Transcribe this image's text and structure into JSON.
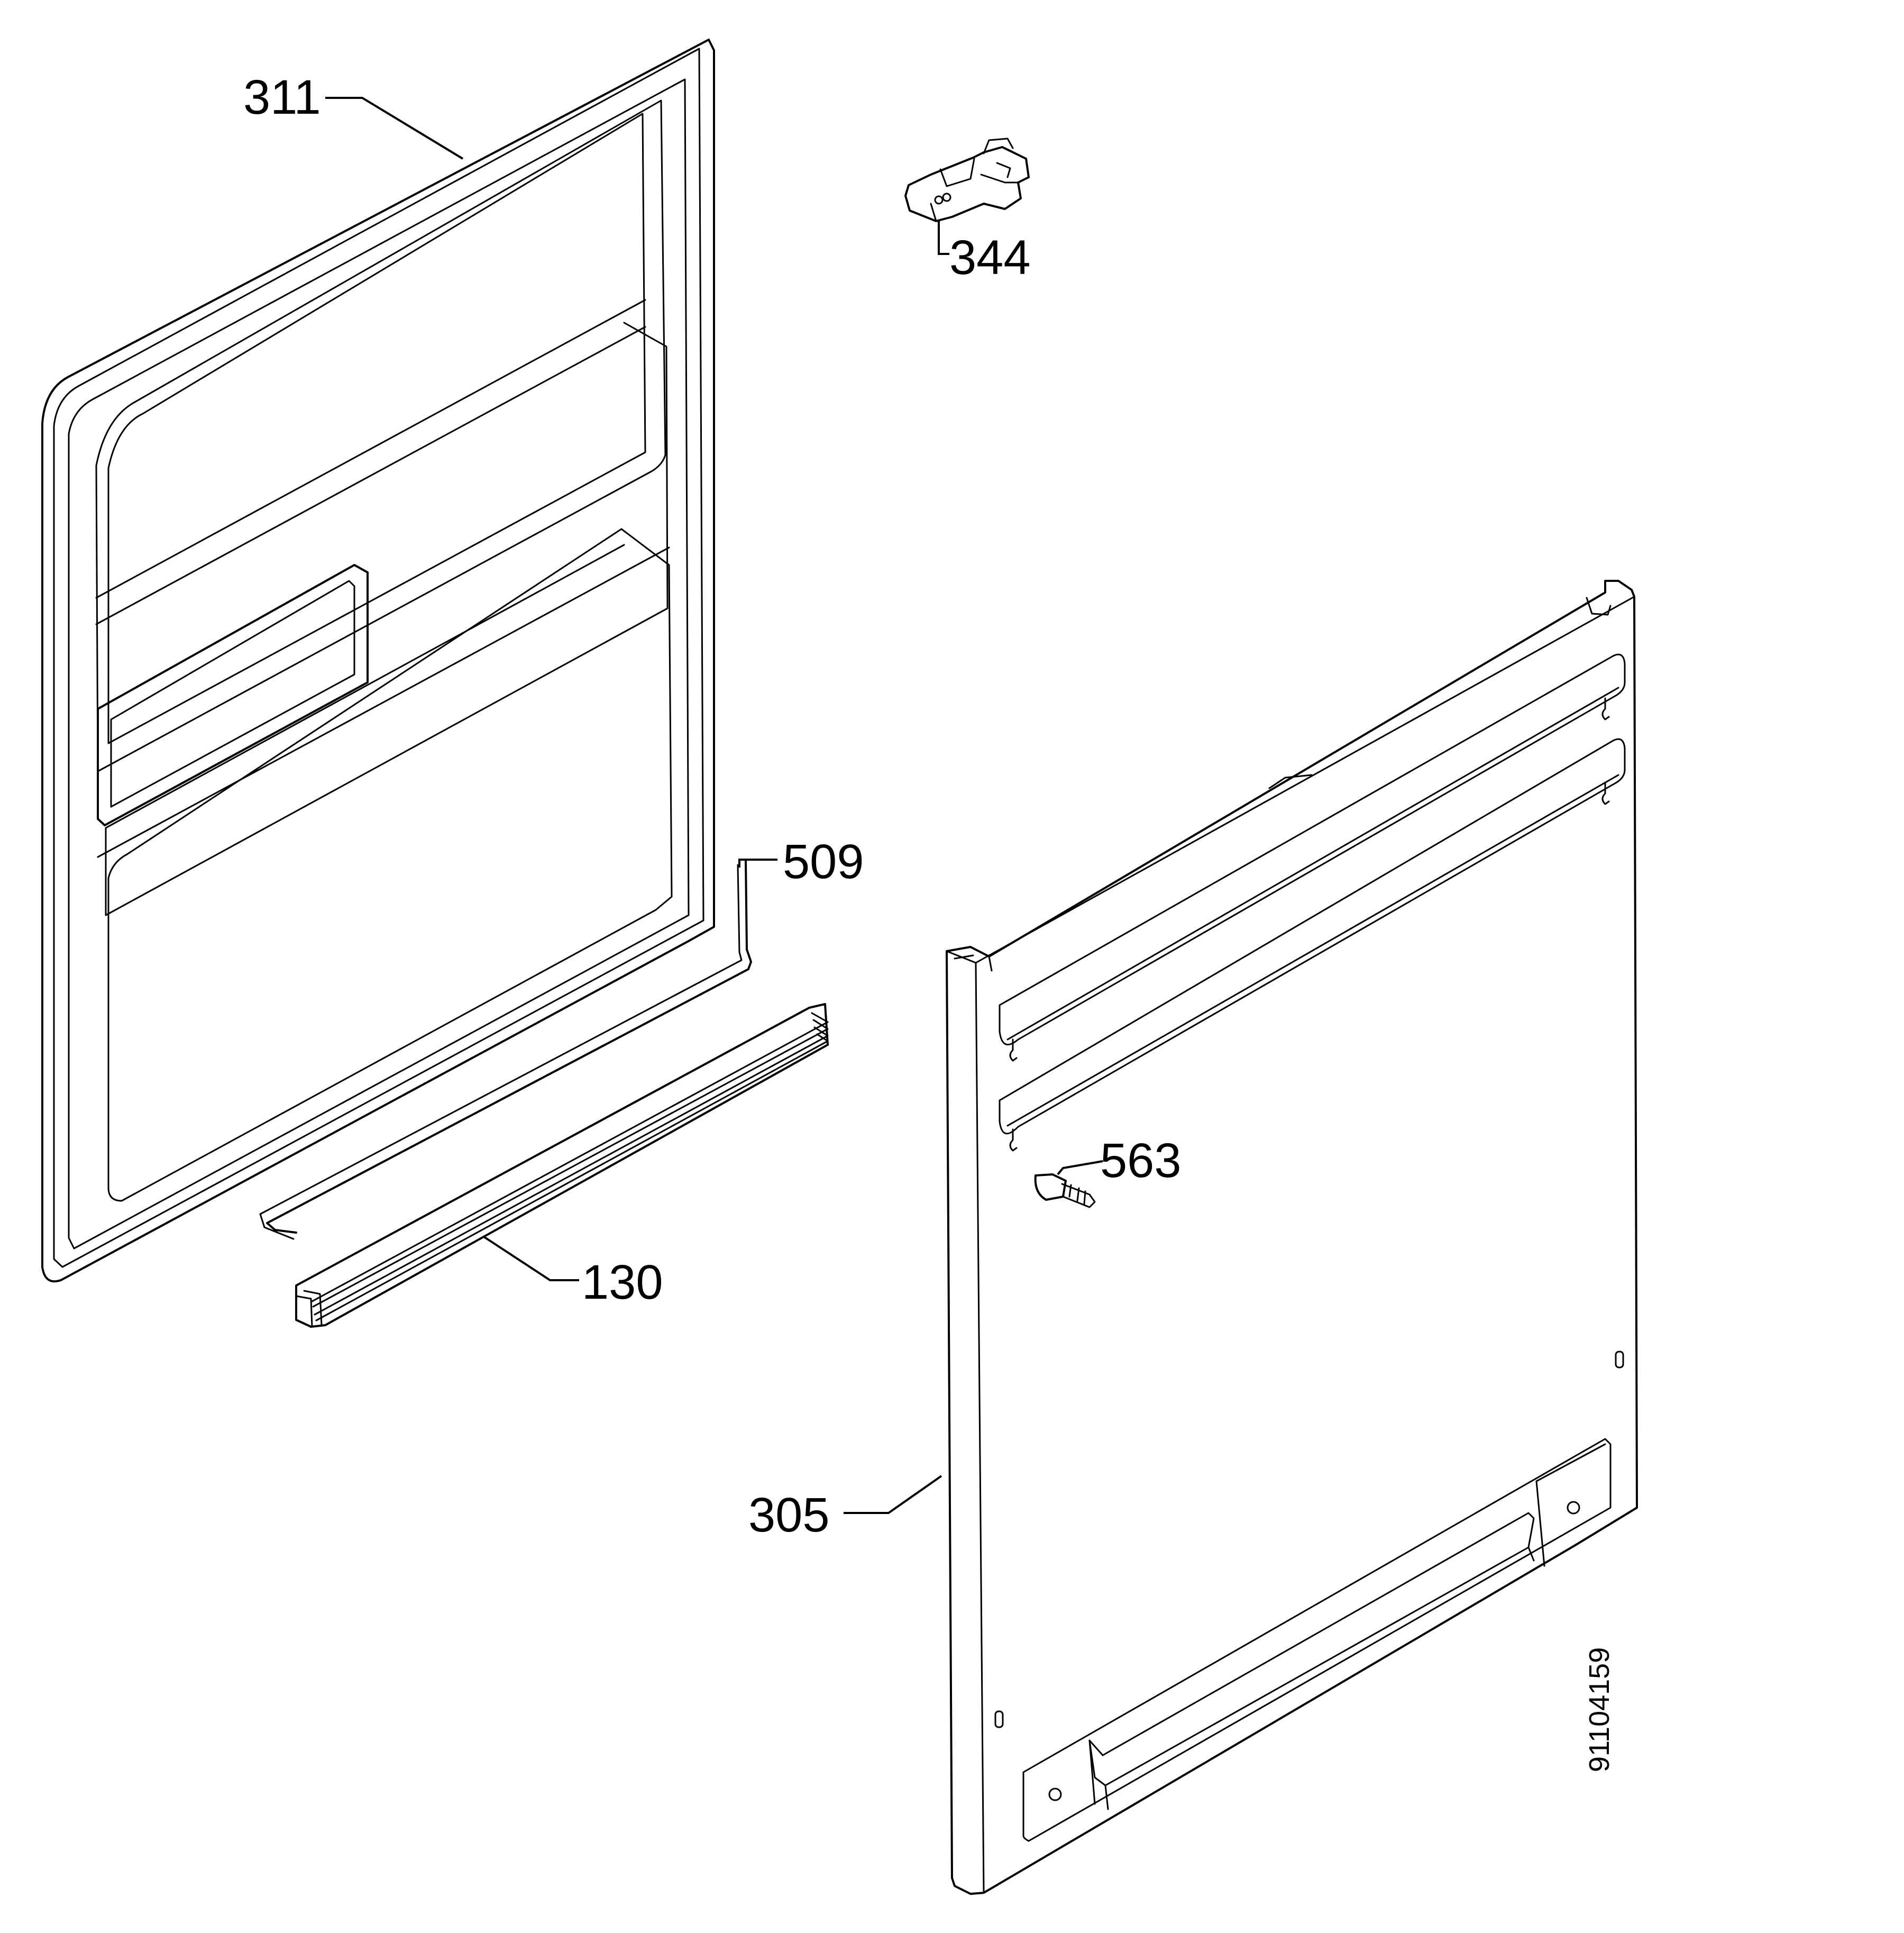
{
  "callouts": {
    "door_inner_panel": "311",
    "hinge_bracket": "344",
    "rod": "509",
    "gasket_strip": "130",
    "screw": "563",
    "door_outer_panel": "305"
  },
  "drawing_number": "91104159",
  "colors": {
    "line": "#000000",
    "background": "#ffffff"
  }
}
